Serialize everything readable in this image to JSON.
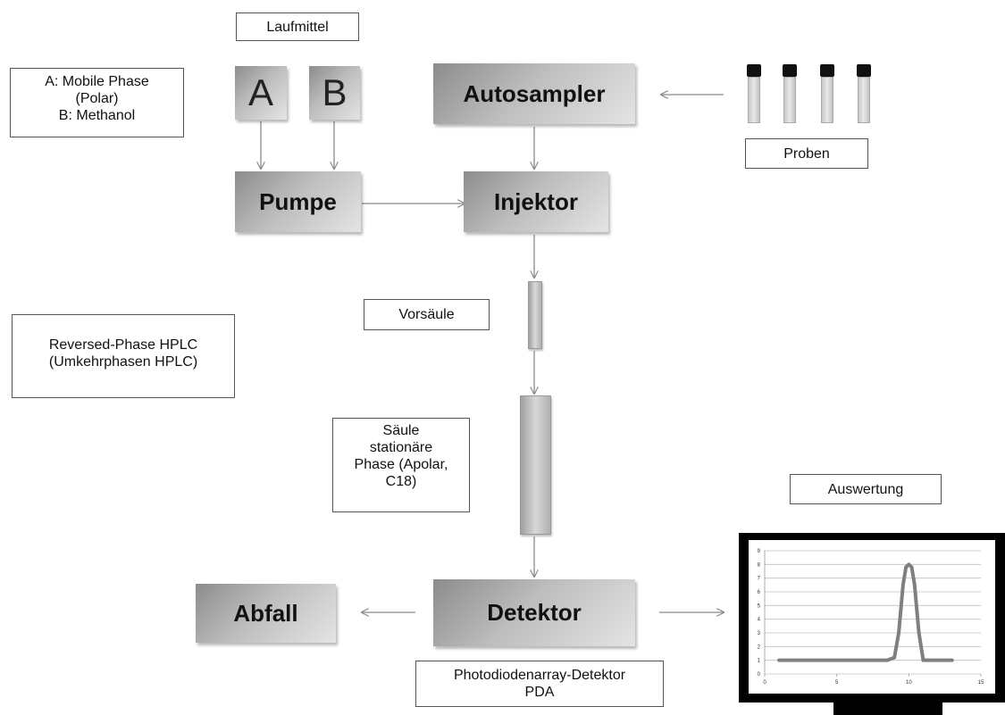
{
  "labels": {
    "laufmittel": "Laufmittel",
    "mobile_phase_a": "A:  Mobile Phase",
    "mobile_phase_polar": "(Polar)",
    "mobile_phase_b": "B:  Methanol",
    "proben": "Proben",
    "vorsaeule": "Vorsäule",
    "hplc_line1": "Reversed-Phase HPLC",
    "hplc_line2": "(Umkehrphasen HPLC)",
    "saeule_line1": "Säule",
    "saeule_line2": "stationäre",
    "saeule_line3": "Phase (Apolar,",
    "saeule_line4": "C18)",
    "auswertung": "Auswertung",
    "pda_line1": "Photodiodenarray-Detektor",
    "pda_line2": "PDA"
  },
  "blocks": {
    "a": "A",
    "b": "B",
    "autosampler": "Autosampler",
    "pumpe": "Pumpe",
    "injektor": "Injektor",
    "detektor": "Detektor",
    "abfall": "Abfall"
  },
  "chart_data": {
    "type": "line",
    "x_ticks": [
      0,
      5,
      10,
      15
    ],
    "y_ticks": [
      0,
      1,
      2,
      3,
      4,
      5,
      6,
      7,
      8,
      9
    ],
    "xlim": [
      0,
      15
    ],
    "ylim": [
      0,
      9
    ],
    "grid": true,
    "series": [
      {
        "color": "#7f7f7f",
        "x": [
          1,
          2,
          3,
          4,
          5,
          6,
          7,
          8,
          8.5,
          9,
          9.3,
          9.6,
          9.8,
          10,
          10.2,
          10.4,
          10.7,
          11,
          11.5,
          12,
          13
        ],
        "y": [
          1,
          1,
          1,
          1,
          1,
          1,
          1,
          1,
          1,
          1.2,
          3,
          6.5,
          7.8,
          8,
          7.8,
          6.5,
          3,
          1,
          1,
          1,
          1
        ]
      }
    ]
  }
}
